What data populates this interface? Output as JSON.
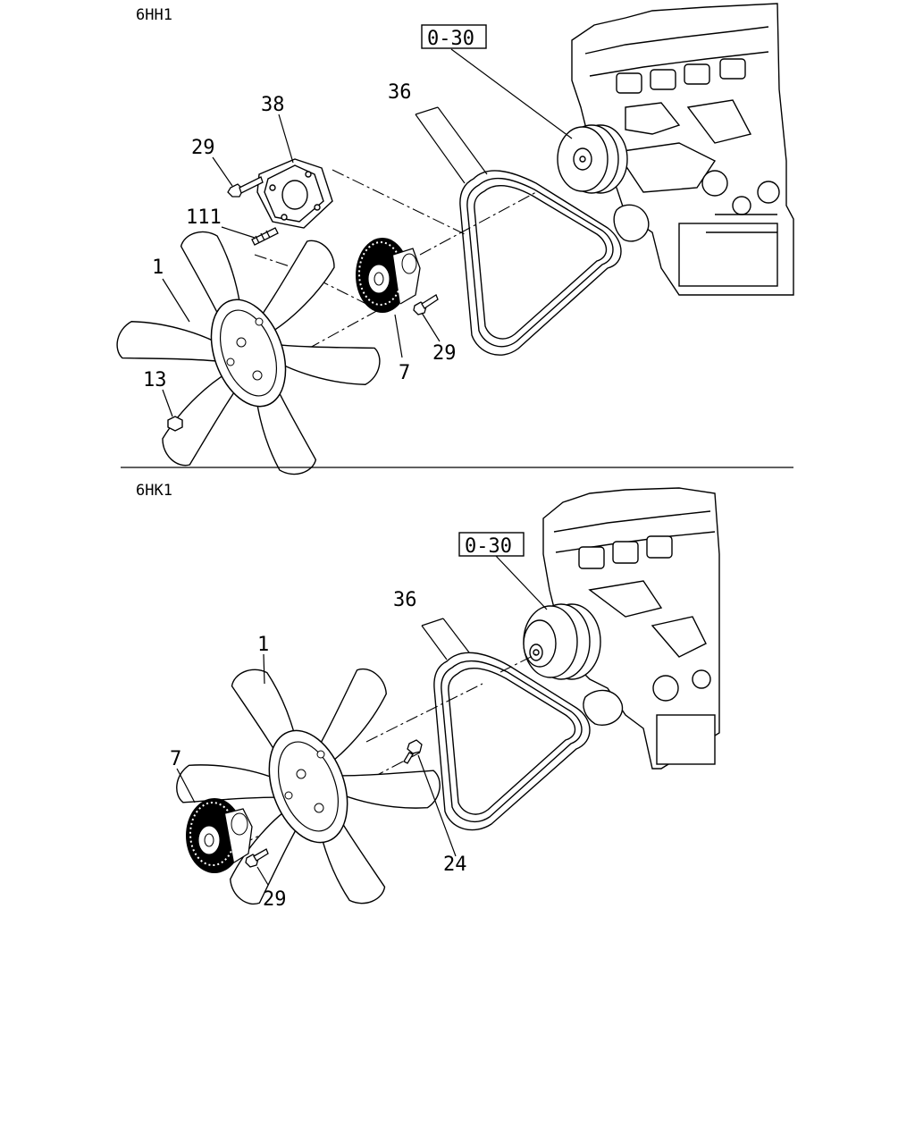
{
  "sections": [
    {
      "title": "6HH1",
      "ref_box": "0-30",
      "callouts": {
        "belt": "36",
        "bracket": "38",
        "bolt_top": "29",
        "stud": "111",
        "fan": "1",
        "nut": "13",
        "clutch": "7",
        "bolt_clutch": "29"
      }
    },
    {
      "title": "6HK1",
      "ref_box": "0-30",
      "callouts": {
        "belt": "36",
        "fan": "1",
        "clutch": "7",
        "bolt_clutch": "29",
        "bolt_fan": "24"
      }
    }
  ],
  "colors": {
    "line": "#000000",
    "background": "#ffffff"
  }
}
